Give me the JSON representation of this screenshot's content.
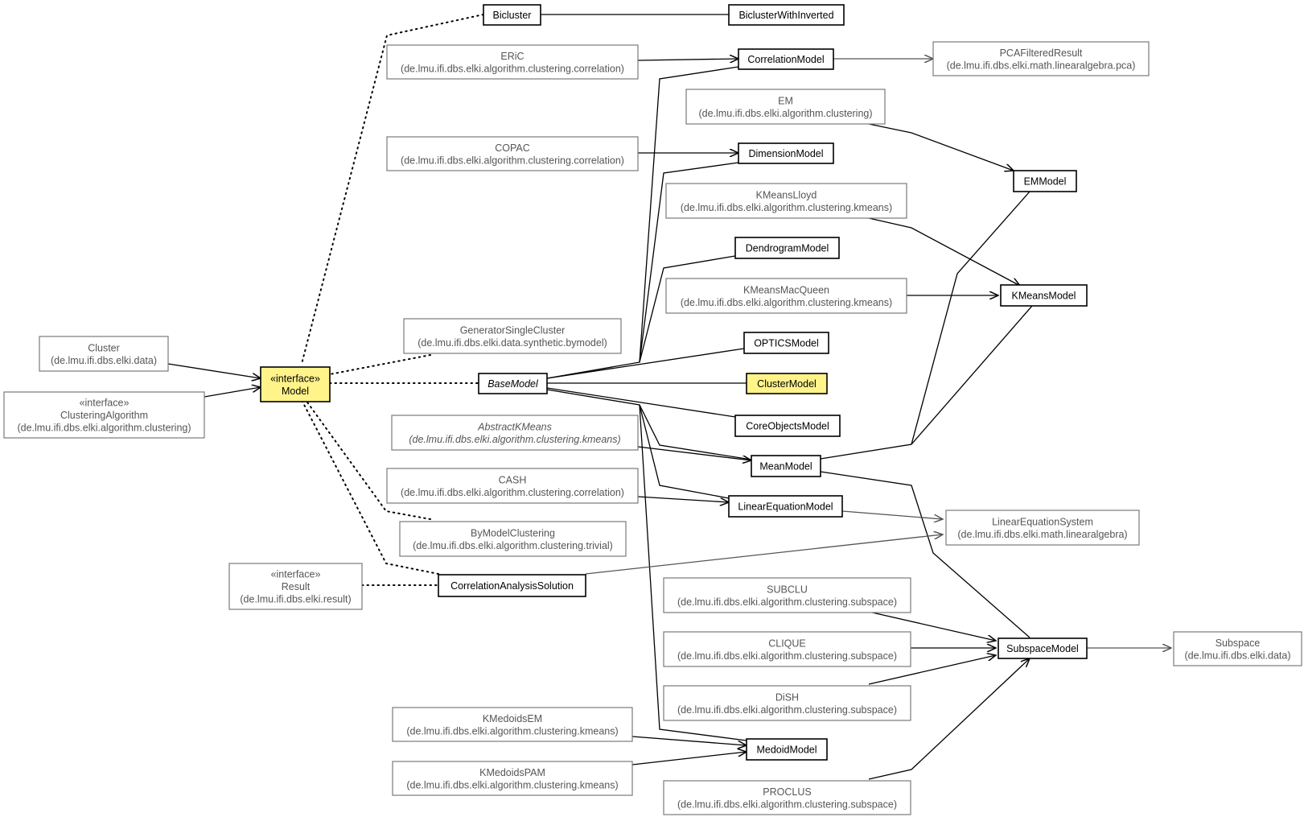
{
  "nodes": {
    "bicluster": {
      "lines": [
        "Bicluster"
      ]
    },
    "bicluster_with_inverted": {
      "lines": [
        "BiclusterWithInverted"
      ]
    },
    "eric": {
      "lines": [
        "ERiC",
        "(de.lmu.ifi.dbs.elki.algorithm.clustering.correlation)"
      ]
    },
    "correlation_model": {
      "lines": [
        "CorrelationModel"
      ]
    },
    "pca_filtered_result": {
      "lines": [
        "PCAFilteredResult",
        "(de.lmu.ifi.dbs.elki.math.linearalgebra.pca)"
      ]
    },
    "em": {
      "lines": [
        "EM",
        "(de.lmu.ifi.dbs.elki.algorithm.clustering)"
      ]
    },
    "copac": {
      "lines": [
        "COPAC",
        "(de.lmu.ifi.dbs.elki.algorithm.clustering.correlation)"
      ]
    },
    "dimension_model": {
      "lines": [
        "DimensionModel"
      ]
    },
    "em_model": {
      "lines": [
        "EMModel"
      ]
    },
    "kmeans_lloyd": {
      "lines": [
        "KMeansLloyd",
        "(de.lmu.ifi.dbs.elki.algorithm.clustering.kmeans)"
      ]
    },
    "dendrogram_model": {
      "lines": [
        "DendrogramModel"
      ]
    },
    "kmeans_macqueen": {
      "lines": [
        "KMeansMacQueen",
        "(de.lmu.ifi.dbs.elki.algorithm.clustering.kmeans)"
      ]
    },
    "kmeans_model": {
      "lines": [
        "KMeansModel"
      ]
    },
    "cluster": {
      "lines": [
        "Cluster",
        "(de.lmu.ifi.dbs.elki.data)"
      ]
    },
    "generator_single_cluster": {
      "lines": [
        "GeneratorSingleCluster",
        "(de.lmu.ifi.dbs.elki.data.synthetic.bymodel)"
      ]
    },
    "optics_model": {
      "lines": [
        "OPTICSModel"
      ]
    },
    "model": {
      "lines": [
        "«interface»",
        "Model"
      ]
    },
    "base_model": {
      "lines": [
        "BaseModel"
      ]
    },
    "cluster_model": {
      "lines": [
        "ClusterModel"
      ]
    },
    "clustering_algorithm": {
      "lines": [
        "«interface»",
        "ClusteringAlgorithm",
        "(de.lmu.ifi.dbs.elki.algorithm.clustering)"
      ]
    },
    "core_objects_model": {
      "lines": [
        "CoreObjectsModel"
      ]
    },
    "abstract_kmeans": {
      "lines": [
        "AbstractKMeans",
        "(de.lmu.ifi.dbs.elki.algorithm.clustering.kmeans)"
      ]
    },
    "mean_model": {
      "lines": [
        "MeanModel"
      ]
    },
    "cash": {
      "lines": [
        "CASH",
        "(de.lmu.ifi.dbs.elki.algorithm.clustering.correlation)"
      ]
    },
    "linear_equation_model": {
      "lines": [
        "LinearEquationModel"
      ]
    },
    "linear_equation_system": {
      "lines": [
        "LinearEquationSystem",
        "(de.lmu.ifi.dbs.elki.math.linearalgebra)"
      ]
    },
    "by_model_clustering": {
      "lines": [
        "ByModelClustering",
        "(de.lmu.ifi.dbs.elki.algorithm.clustering.trivial)"
      ]
    },
    "result": {
      "lines": [
        "«interface»",
        "Result",
        "(de.lmu.ifi.dbs.elki.result)"
      ]
    },
    "correlation_analysis_solution": {
      "lines": [
        "CorrelationAnalysisSolution"
      ]
    },
    "subclu": {
      "lines": [
        "SUBCLU",
        "(de.lmu.ifi.dbs.elki.algorithm.clustering.subspace)"
      ]
    },
    "clique": {
      "lines": [
        "CLIQUE",
        "(de.lmu.ifi.dbs.elki.algorithm.clustering.subspace)"
      ]
    },
    "subspace_model": {
      "lines": [
        "SubspaceModel"
      ]
    },
    "subspace": {
      "lines": [
        "Subspace",
        "(de.lmu.ifi.dbs.elki.data)"
      ]
    },
    "dish": {
      "lines": [
        "DiSH",
        "(de.lmu.ifi.dbs.elki.algorithm.clustering.subspace)"
      ]
    },
    "kmedoids_em": {
      "lines": [
        "KMedoidsEM",
        "(de.lmu.ifi.dbs.elki.algorithm.clustering.kmeans)"
      ]
    },
    "medoid_model": {
      "lines": [
        "MedoidModel"
      ]
    },
    "kmedoids_pam": {
      "lines": [
        "KMedoidsPAM",
        "(de.lmu.ifi.dbs.elki.algorithm.clustering.kmeans)"
      ]
    },
    "proclus": {
      "lines": [
        "PROCLUS",
        "(de.lmu.ifi.dbs.elki.algorithm.clustering.subspace)"
      ]
    }
  },
  "colors": {
    "highlight": "#fff38a",
    "external_border": "#7a7a7a",
    "external_text": "#555555"
  }
}
